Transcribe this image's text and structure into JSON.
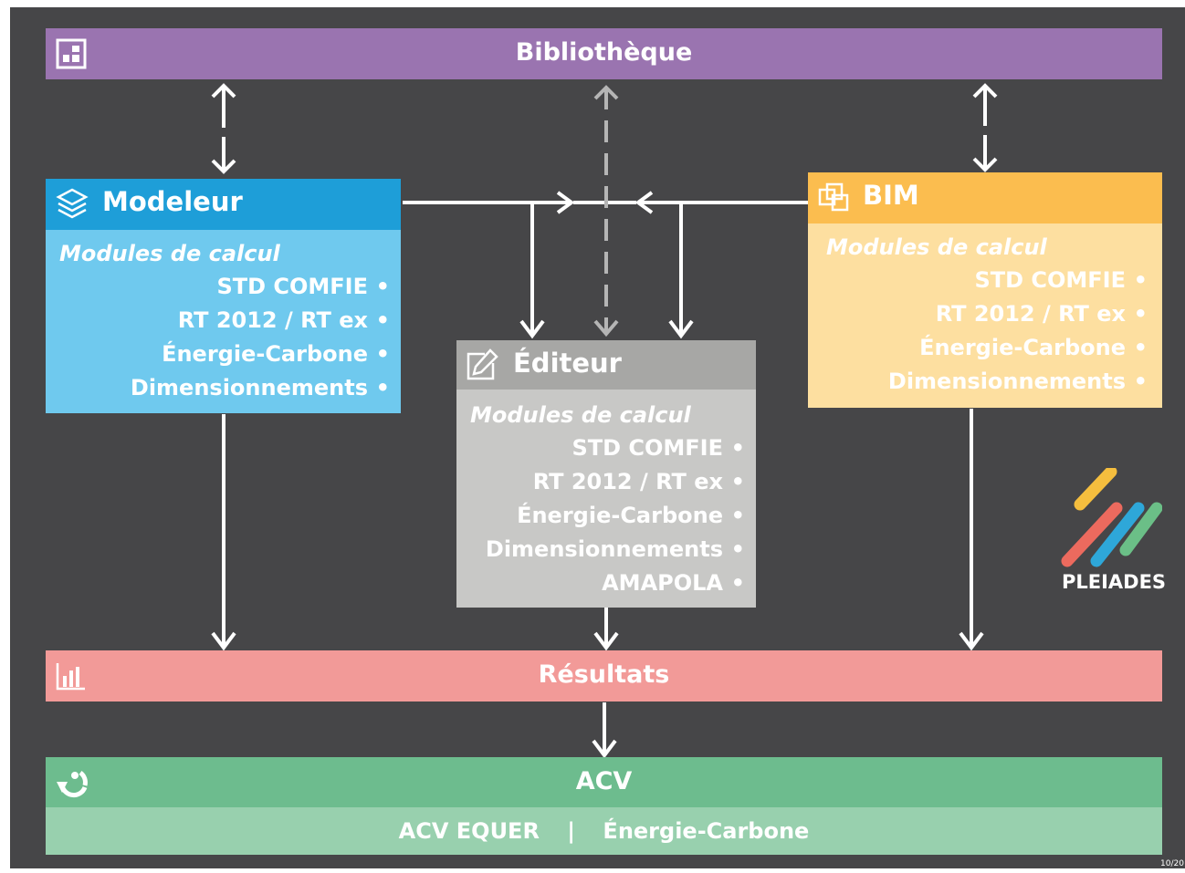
{
  "bibliotheque": {
    "title": "Bibliothèque",
    "color": "#9A74B0",
    "icon": "library-icon"
  },
  "modeleur": {
    "title": "Modeleur",
    "head_color": "#1E9ED8",
    "body_color": "#6FC9EE",
    "icon": "layers-icon",
    "subtitle": "Modules de calcul",
    "modules": [
      "STD COMFIE",
      "RT 2012 / RT ex",
      "Énergie-Carbone",
      "Dimensionnements"
    ]
  },
  "editeur": {
    "title": "Éditeur",
    "head_color": "#A7A7A5",
    "body_color": "#C8C8C6",
    "icon": "edit-icon",
    "subtitle": "Modules de calcul",
    "modules": [
      "STD COMFIE",
      "RT 2012 / RT ex",
      "Énergie-Carbone",
      "Dimensionnements",
      "AMAPOLA"
    ]
  },
  "bim": {
    "title": "BIM",
    "head_color": "#FBBD4F",
    "body_color": "#FDDFA0",
    "icon": "bim-icon",
    "subtitle": "Modules de calcul",
    "modules": [
      "STD COMFIE",
      "RT 2012 / RT ex",
      "Énergie-Carbone",
      "Dimensionnements"
    ]
  },
  "resultats": {
    "title": "Résultats",
    "color": "#F29A98",
    "icon": "bar-chart-icon"
  },
  "acv": {
    "title": "ACV",
    "head_color": "#6DBC8E",
    "body_color": "#98D0AE",
    "icon": "recycle-icon",
    "subtitle_left": "ACV EQUER",
    "separator": "|",
    "subtitle_right": "Énergie-Carbone"
  },
  "logo": {
    "text": "PLEIADES",
    "colors": [
      "#F5BE3E",
      "#EC6A5E",
      "#2EA7D9",
      "#6BBF87"
    ]
  },
  "page_number": "10/20"
}
